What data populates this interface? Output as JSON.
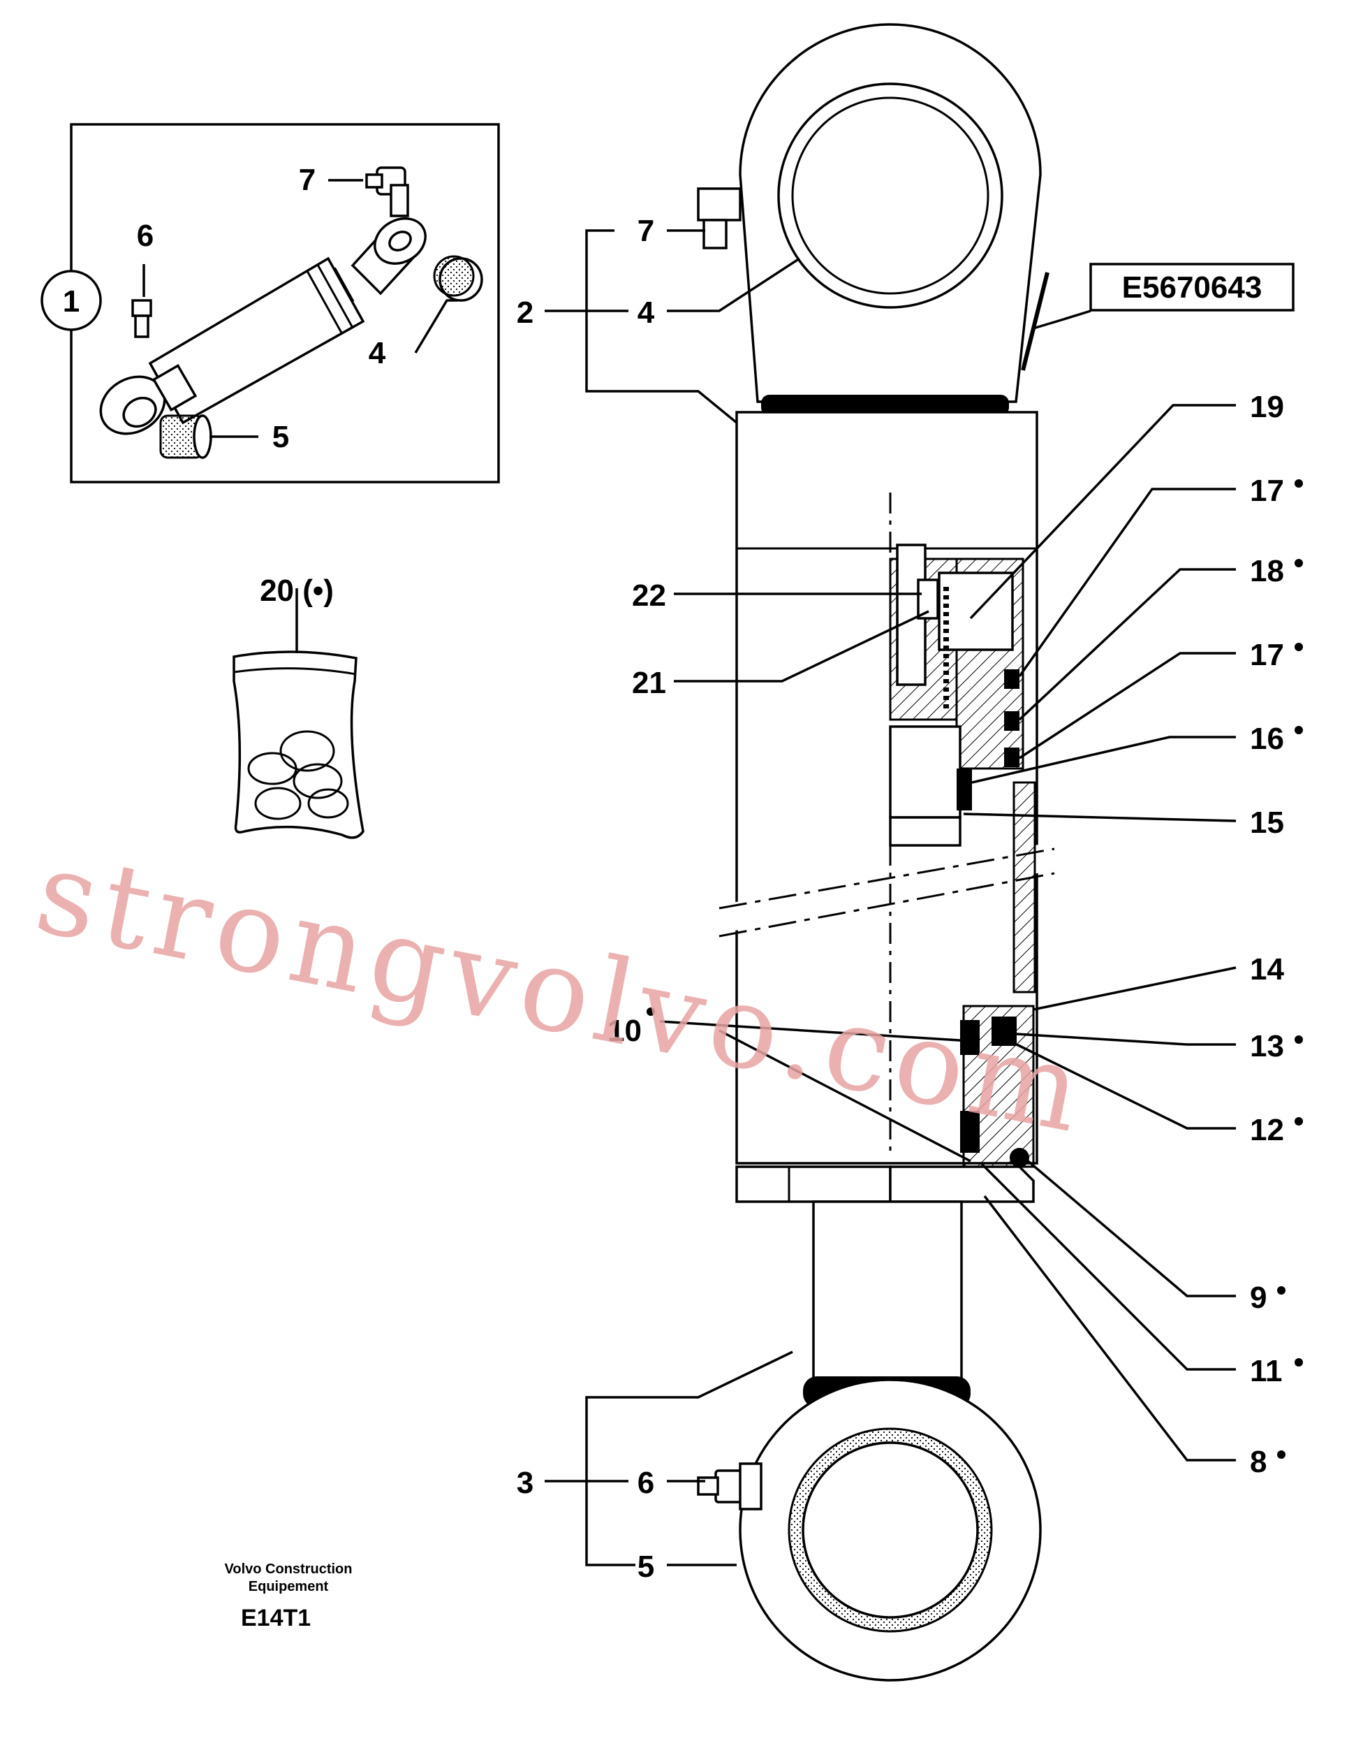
{
  "callouts": {
    "n1": "1",
    "n2": "2",
    "n3": "3",
    "n4_inset": "4",
    "n4_main": "4",
    "n5_inset": "5",
    "n5_main": "5",
    "n6_inset": "6",
    "n6_main": "6",
    "n7_inset": "7",
    "n7_main": "7",
    "n8": "8",
    "n9": "9",
    "n10": "10",
    "n11": "11",
    "n12": "12",
    "n13": "13",
    "n14": "14",
    "n15": "15",
    "n16": "16",
    "n17a": "17",
    "n17b": "17",
    "n18": "18",
    "n19": "19",
    "n20": "20 (•)",
    "n21": "21",
    "n22": "22"
  },
  "ref_code": "E5670643",
  "footer": {
    "company_line1": "Volvo Construction",
    "company_line2": "Equipement",
    "drawing_code": "E14T1"
  },
  "watermark": "strongvolvo.com",
  "icons": [
    "bullet-dot-icon",
    "grease-nipple-icon",
    "bushing-icon",
    "seal-kit-bag-icon"
  ]
}
